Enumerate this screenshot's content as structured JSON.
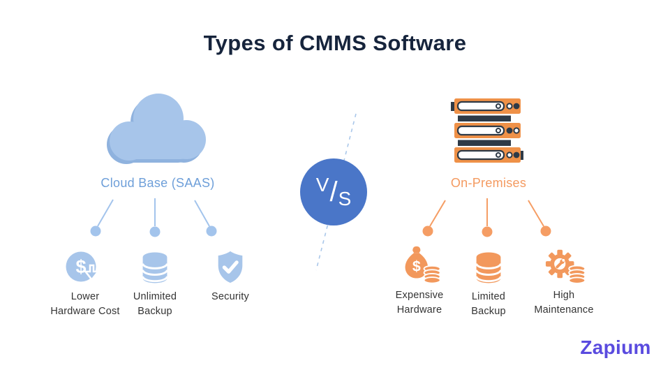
{
  "title": "Types of CMMS Software",
  "vs_badge": {
    "top_letter": "V",
    "slash": "/",
    "bottom_letter": "S"
  },
  "cloud_side": {
    "label": "Cloud Base (SAAS)",
    "icon": "cloud-icon",
    "accent_color": "#A7C5EA",
    "label_color": "#6E9FD9",
    "features": [
      {
        "icon": "dollar-decrease-icon",
        "label": "Lower\nHardware Cost"
      },
      {
        "icon": "database-icon",
        "label": "Unlimited\nBackup"
      },
      {
        "icon": "shield-check-icon",
        "label": "Security"
      }
    ]
  },
  "onprem_side": {
    "label": "On-Premises",
    "icon": "server-stack-icon",
    "accent_color": "#F2985C",
    "label_color": "#F49A60",
    "features": [
      {
        "icon": "money-bag-icon",
        "label": "Expensive\nHardware"
      },
      {
        "icon": "database-icon",
        "label": "Limited\nBackup"
      },
      {
        "icon": "gear-coins-icon",
        "label": "High\nMaintenance"
      }
    ]
  },
  "brand": {
    "name": "Zapium",
    "color": "#5A4BDF"
  },
  "colors": {
    "title": "#16243C",
    "vs_circle": "#4A76C8",
    "cloud_fill": "#A7C5EA",
    "cloud_shadow": "#8FB2DE",
    "server_orange": "#EF9148",
    "server_dark": "#2E3A47",
    "text_dark": "#333333"
  }
}
